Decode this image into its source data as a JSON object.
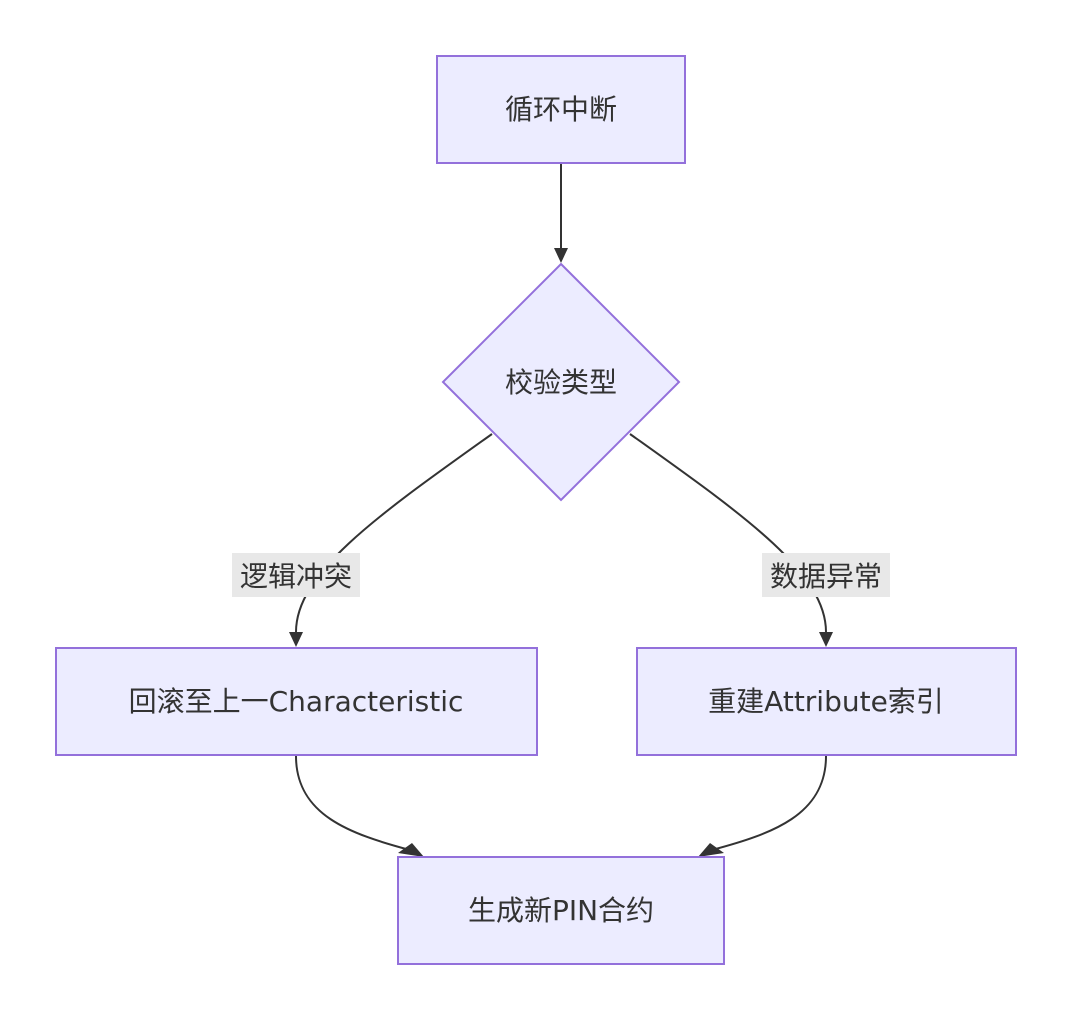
{
  "diagram": {
    "type": "flowchart",
    "nodes": {
      "interrupt": {
        "label": "循环中断"
      },
      "check": {
        "label": "校验类型"
      },
      "rollback": {
        "label": "回滚至上一Characteristic"
      },
      "rebuild": {
        "label": "重建Attribute索引"
      },
      "generate": {
        "label": "生成新PIN合约"
      }
    },
    "edges": {
      "logic_conflict": {
        "label": "逻辑冲突"
      },
      "data_anomaly": {
        "label": "数据异常"
      }
    }
  }
}
